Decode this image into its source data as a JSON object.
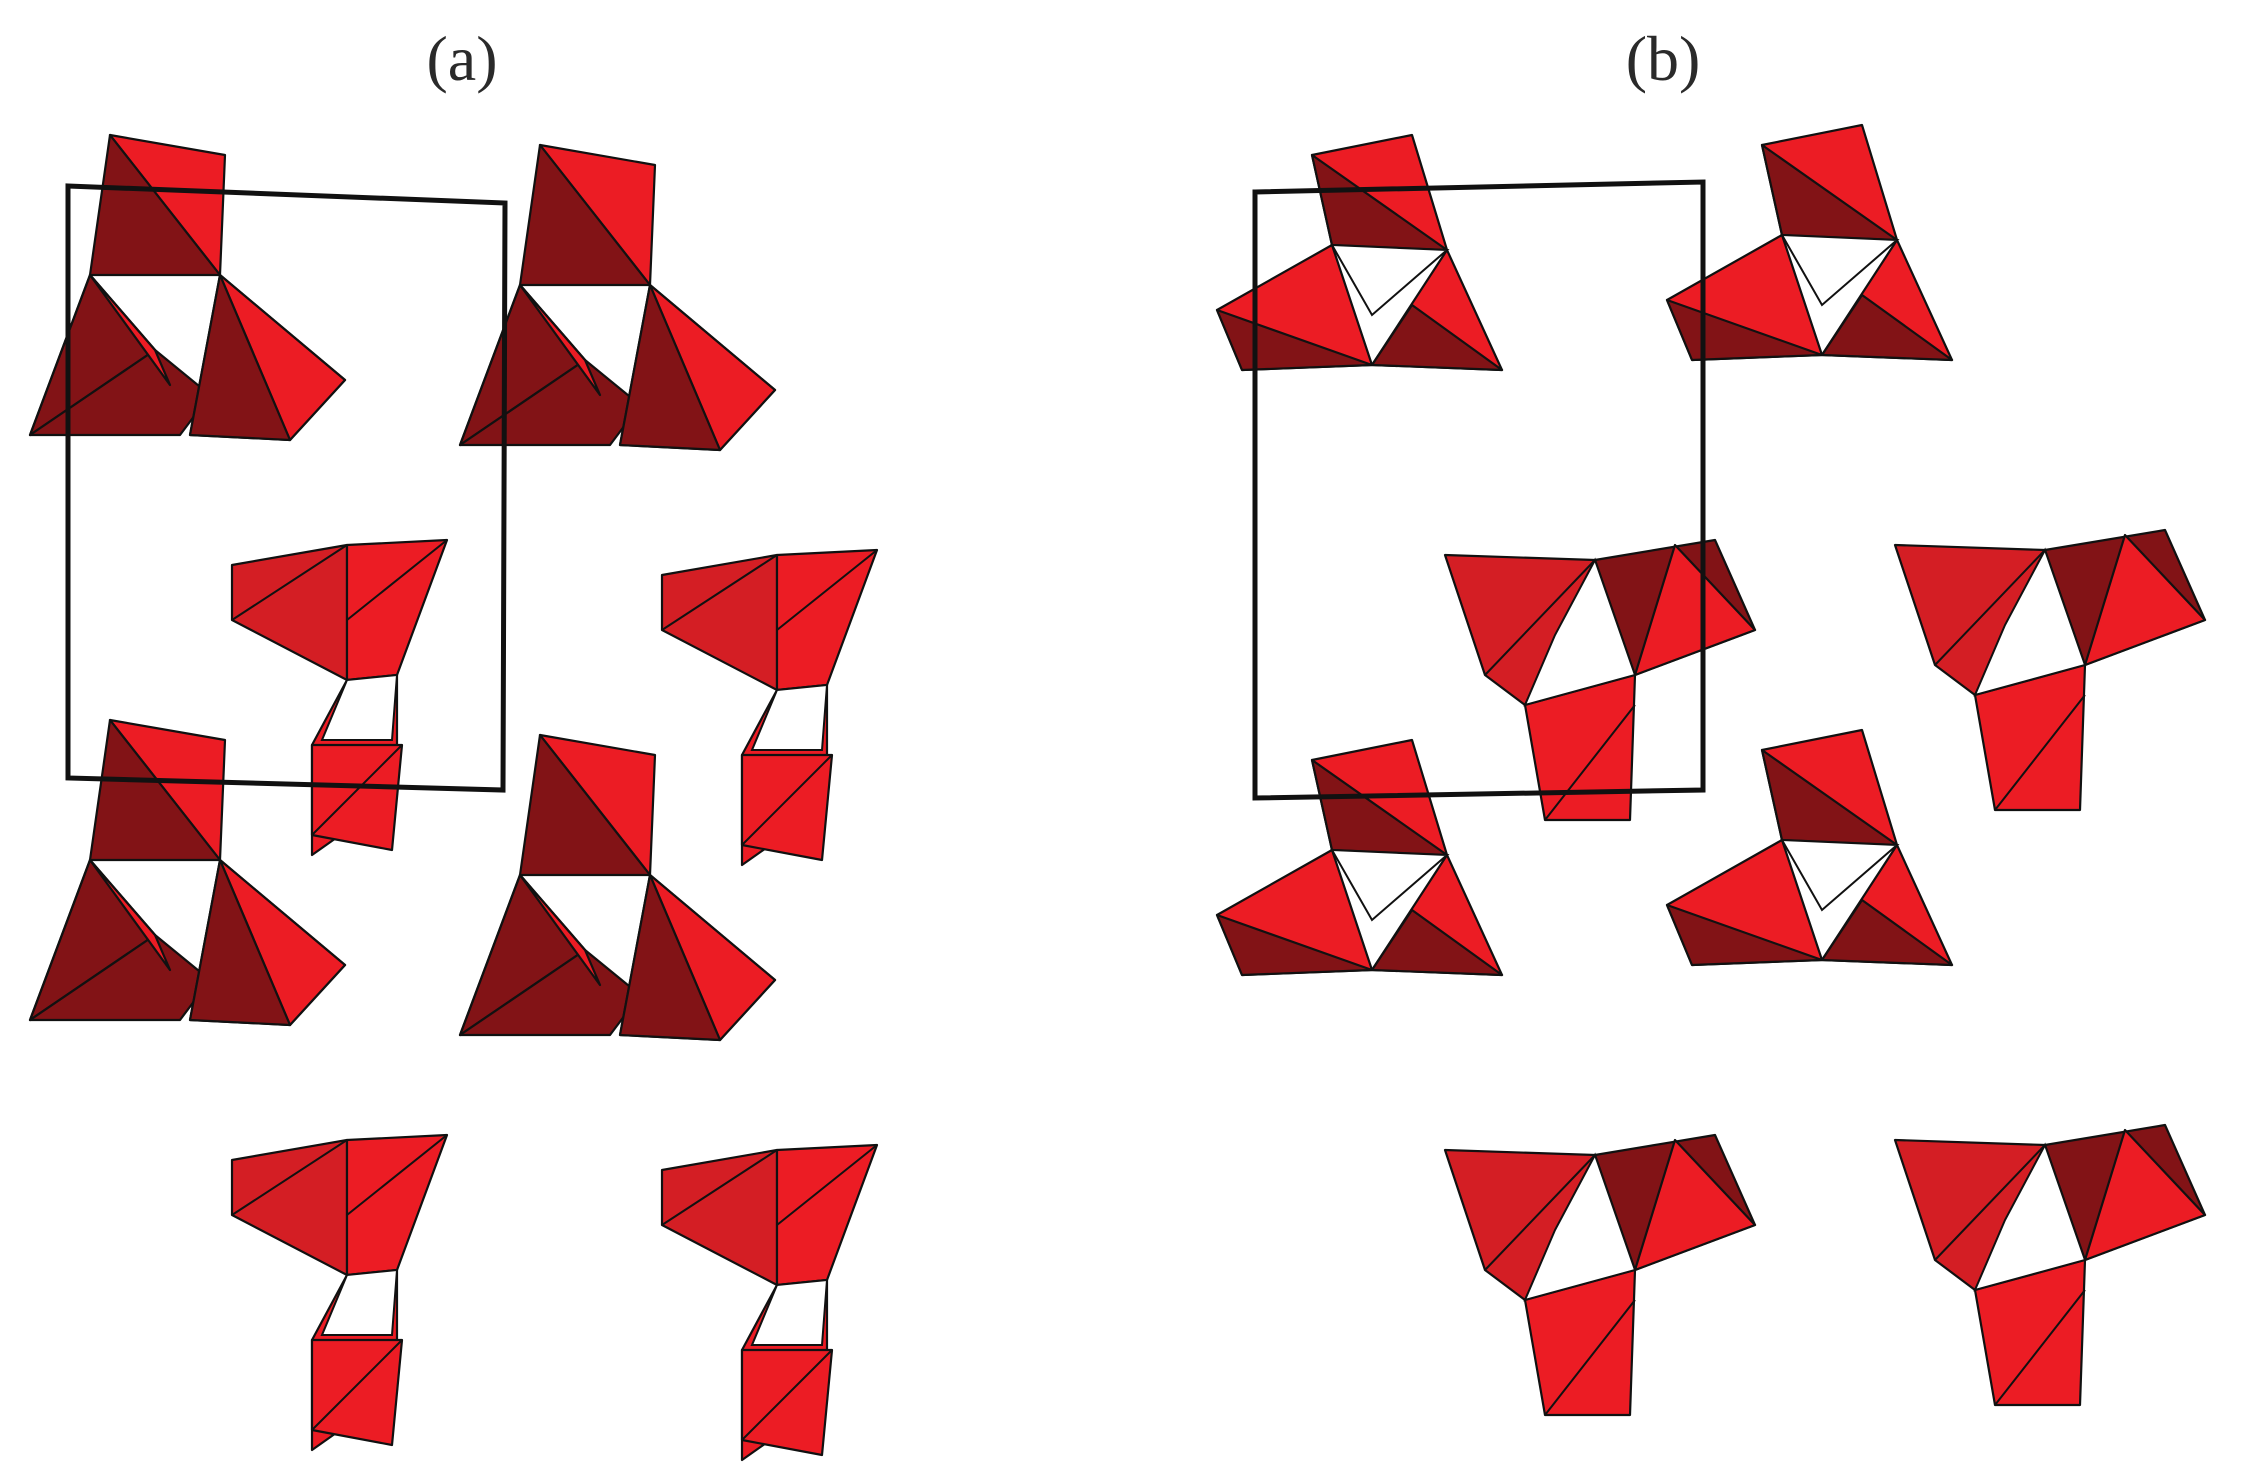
{
  "panels": [
    {
      "id": "a",
      "label": "(a)"
    },
    {
      "id": "b",
      "label": "(b)"
    }
  ],
  "colors": {
    "light_red": "#ec1c24",
    "mid_red": "#d41e24",
    "dark_red": "#821316",
    "edge": "#111111",
    "background": "#ffffff"
  }
}
